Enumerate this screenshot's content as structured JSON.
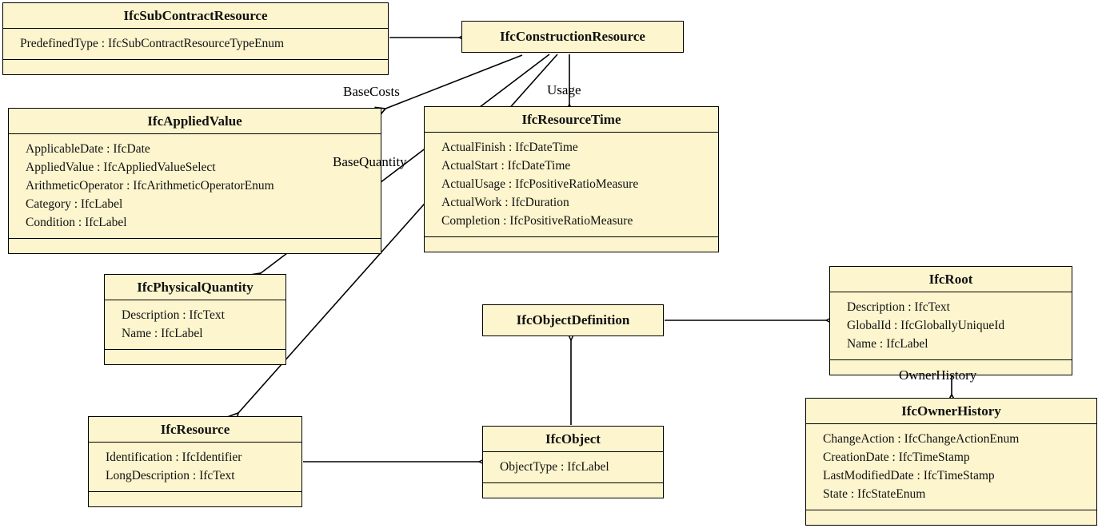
{
  "diagram": {
    "title": "IFC class diagram",
    "colors": {
      "class_fill": "#FCF5CE",
      "border": "#000000",
      "background": "#FFFFFF"
    },
    "classes": [
      {
        "title": "IfcSubContractResource",
        "attributes": [
          "PredefinedType : IfcSubContractResourceTypeEnum"
        ]
      },
      {
        "title": "IfcConstructionResource",
        "attributes": []
      },
      {
        "title": "IfcAppliedValue",
        "attributes": [
          "ApplicableDate : IfcDate",
          "AppliedValue : IfcAppliedValueSelect",
          "ArithmeticOperator : IfcArithmeticOperatorEnum",
          "Category : IfcLabel",
          "Condition : IfcLabel"
        ]
      },
      {
        "title": "IfcResourceTime",
        "attributes": [
          "ActualFinish : IfcDateTime",
          "ActualStart : IfcDateTime",
          "ActualUsage : IfcPositiveRatioMeasure",
          "ActualWork : IfcDuration",
          "Completion : IfcPositiveRatioMeasure"
        ]
      },
      {
        "title": "IfcPhysicalQuantity",
        "attributes": [
          "Description : IfcText",
          "Name : IfcLabel"
        ]
      },
      {
        "title": "IfcObjectDefinition",
        "attributes": []
      },
      {
        "title": "IfcRoot",
        "attributes": [
          "Description : IfcText",
          "GlobalId : IfcGloballyUniqueId",
          "Name : IfcLabel"
        ]
      },
      {
        "title": "IfcOwnerHistory",
        "attributes": [
          "ChangeAction : IfcChangeActionEnum",
          "CreationDate : IfcTimeStamp",
          "LastModifiedDate : IfcTimeStamp",
          "State : IfcStateEnum"
        ]
      },
      {
        "title": "IfcResource",
        "attributes": [
          "Identification : IfcIdentifier",
          "LongDescription : IfcText"
        ]
      },
      {
        "title": "IfcObject",
        "attributes": [
          "ObjectType : IfcLabel"
        ]
      }
    ],
    "edges": [
      {
        "from": "IfcSubContractResource",
        "to": "IfcConstructionResource",
        "type": "generalization",
        "label": ""
      },
      {
        "from": "IfcConstructionResource",
        "to": "IfcAppliedValue",
        "type": "association",
        "label": "BaseCosts"
      },
      {
        "from": "IfcConstructionResource",
        "to": "IfcResourceTime",
        "type": "association",
        "label": "Usage"
      },
      {
        "from": "IfcConstructionResource",
        "to": "IfcPhysicalQuantity",
        "type": "association",
        "label": "BaseQuantity"
      },
      {
        "from": "IfcConstructionResource",
        "to": "IfcResource",
        "type": "association",
        "label": ""
      },
      {
        "from": "IfcRoot",
        "to": "IfcOwnerHistory",
        "type": "association",
        "label": "OwnerHistory"
      },
      {
        "from": "IfcObjectDefinition",
        "to": "IfcRoot",
        "type": "generalization",
        "label": ""
      },
      {
        "from": "IfcObject",
        "to": "IfcObjectDefinition",
        "type": "generalization",
        "label": ""
      },
      {
        "from": "IfcResource",
        "to": "IfcObject",
        "type": "generalization",
        "label": ""
      }
    ]
  }
}
